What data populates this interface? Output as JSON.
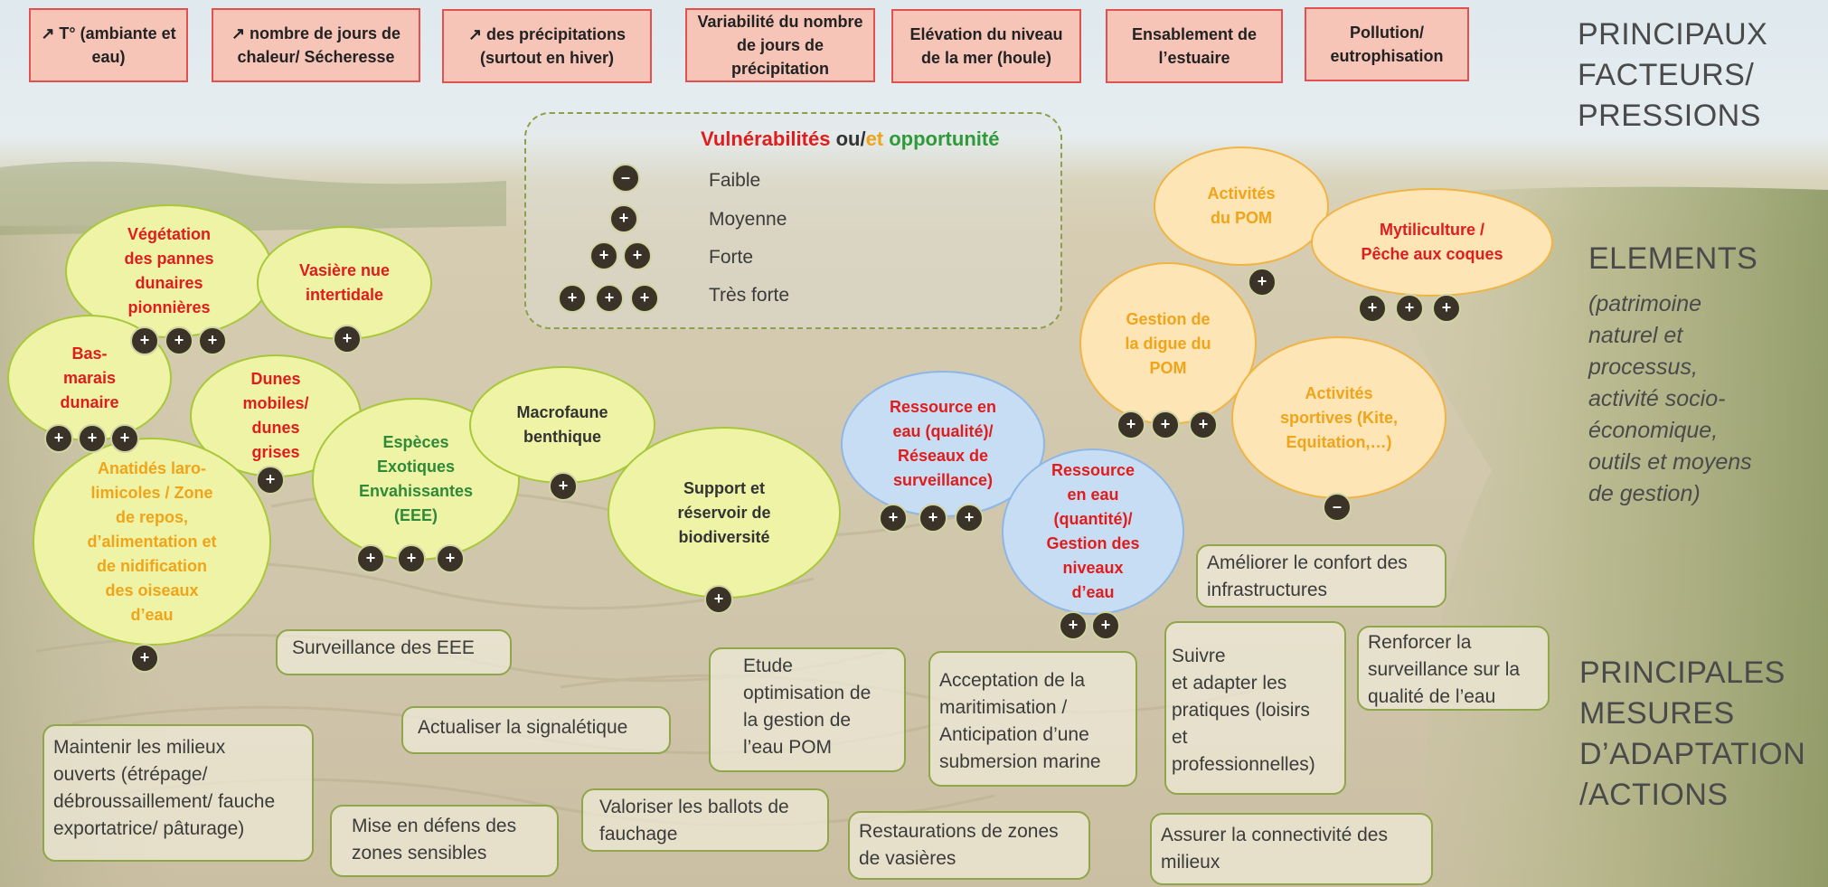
{
  "pressures": [
    {
      "text": "↗ T° (ambiante et eau)"
    },
    {
      "text": "↗ nombre de jours de chaleur/ Sécheresse"
    },
    {
      "text": "↗ des précipitations (surtout en hiver)"
    },
    {
      "text": "Variabilité du nombre de jours de précipitation"
    },
    {
      "text": "Elévation du niveau de la mer (houle)"
    },
    {
      "text": "Ensablement de l’estuaire"
    },
    {
      "text": "Pollution/ eutrophisation"
    }
  ],
  "section_titles": {
    "pressures": [
      "PRINCIPAUX",
      "FACTEURS/",
      "PRESSIONS"
    ],
    "elements": "ELEMENTS",
    "elements_sub": [
      "(patrimoine",
      "naturel et",
      "processus,",
      "activité socio-",
      "économique,",
      "outils et moyens",
      "de gestion)"
    ],
    "actions": [
      "PRINCIPALES",
      "MESURES",
      "D’ADAPTATION",
      "/ACTIONS"
    ]
  },
  "legend": {
    "title_parts": {
      "vulnerabilites": "Vulnérabilités",
      "ou": " ou/",
      "et": "et",
      "opportunite": " opportunité"
    },
    "colors": {
      "red": "#e01c1c",
      "dark": "#333333",
      "orange": "#f0a41a",
      "green": "#2f9a3a"
    },
    "levels": [
      {
        "label": "Faible",
        "symbol": "–"
      },
      {
        "label": "Moyenne",
        "symbol": "+"
      },
      {
        "label": "Forte",
        "symbol": "+"
      },
      {
        "label": "Très forte",
        "symbol": "+"
      }
    ]
  },
  "elements": [
    {
      "id": "vegetation",
      "lines": [
        "Végétation",
        "des pannes",
        "dunaires",
        "pionnières"
      ],
      "color": "red",
      "marks": [
        "+",
        "+",
        "+"
      ]
    },
    {
      "id": "vasiere",
      "lines": [
        "Vasière nue",
        "intertidale"
      ],
      "color": "red",
      "marks": [
        "+"
      ]
    },
    {
      "id": "bas-marais",
      "lines": [
        "Bas-",
        "marais",
        "dunaire"
      ],
      "color": "red",
      "marks": [
        "+",
        "+",
        "+"
      ]
    },
    {
      "id": "dunes",
      "lines": [
        "Dunes",
        "mobiles/",
        "dunes",
        "grises"
      ],
      "color": "red",
      "marks": [
        "+"
      ]
    },
    {
      "id": "anatides",
      "lines": [
        "Anatidés laro-",
        "limicoles / Zone",
        "de repos,",
        "d’alimentation et",
        "de nidification",
        "des oiseaux",
        "d’eau"
      ],
      "color": "orange",
      "marks": [
        "+"
      ]
    },
    {
      "id": "eee",
      "lines": [
        "Espèces",
        "Exotiques",
        "Envahissantes",
        "(EEE)"
      ],
      "color": "green",
      "marks": [
        "+",
        "+",
        "+"
      ]
    },
    {
      "id": "macrofaune",
      "lines": [
        "Macrofaune",
        "benthique"
      ],
      "color": "dark",
      "marks": [
        "+"
      ]
    },
    {
      "id": "support",
      "lines": [
        "Support et",
        "réservoir de",
        "biodiversité"
      ],
      "color": "dark",
      "marks": [
        "+"
      ]
    },
    {
      "id": "ressource-qualite",
      "lines": [
        "Ressource en",
        "eau (qualité)/",
        "Réseaux de",
        "surveillance)"
      ],
      "color": "red",
      "marks": [
        "+",
        "+",
        "+"
      ]
    },
    {
      "id": "ressource-quantite",
      "lines": [
        "Ressource",
        "en eau",
        "(quantité)/",
        "Gestion des",
        "niveaux",
        "d’eau"
      ],
      "color": "red",
      "marks": [
        "+",
        "+"
      ]
    },
    {
      "id": "activites-pom",
      "lines": [
        "Activités",
        "du POM"
      ],
      "color": "orange",
      "marks": [
        "+"
      ]
    },
    {
      "id": "mytiliculture",
      "lines": [
        "Mytiliculture /",
        "Pêche aux coques"
      ],
      "color": "red",
      "marks": [
        "+",
        "+",
        "+"
      ]
    },
    {
      "id": "digue",
      "lines": [
        "Gestion de",
        "la digue du",
        "POM"
      ],
      "color": "orange",
      "marks": [
        "+",
        "+",
        "+"
      ]
    },
    {
      "id": "sportives",
      "lines": [
        "Activités",
        "sportives (Kite,",
        "Equitation,…)"
      ],
      "color": "orange",
      "marks": [
        "–"
      ]
    }
  ],
  "actions": [
    {
      "id": "ameliorer",
      "lines": [
        "Améliorer le confort des",
        "infrastructures"
      ]
    },
    {
      "id": "surveillance-eee",
      "lines": [
        "Surveillance des EEE"
      ]
    },
    {
      "id": "etude",
      "lines": [
        "Etude",
        "optimisation de",
        "la gestion de",
        "l’eau POM"
      ]
    },
    {
      "id": "acceptation",
      "lines": [
        "Acceptation de la",
        "maritimisation /",
        "Anticipation d’une",
        "submersion marine"
      ]
    },
    {
      "id": "suivre",
      "lines": [
        "Suivre",
        "et adapter les",
        "pratiques (loisirs",
        "et",
        "professionnelles)"
      ]
    },
    {
      "id": "renforcer",
      "lines": [
        "Renforcer  la",
        "surveillance sur la",
        "qualité de l’eau"
      ]
    },
    {
      "id": "signaletique",
      "lines": [
        "Actualiser la signalétique"
      ]
    },
    {
      "id": "maintenir",
      "lines": [
        "Maintenir les milieux",
        "ouverts (étrépage/",
        "débroussaillement/ fauche",
        "exportatrice/ pâturage)"
      ]
    },
    {
      "id": "valoriser",
      "lines": [
        "Valoriser les ballots de",
        "fauchage"
      ]
    },
    {
      "id": "mise-en-defens",
      "lines": [
        "Mise en défens des",
        "zones sensibles"
      ]
    },
    {
      "id": "restaurations",
      "lines": [
        "Restaurations de zones",
        "de vasières"
      ]
    },
    {
      "id": "connectivite",
      "lines": [
        "Assurer la connectivité des",
        "milieux"
      ]
    }
  ]
}
